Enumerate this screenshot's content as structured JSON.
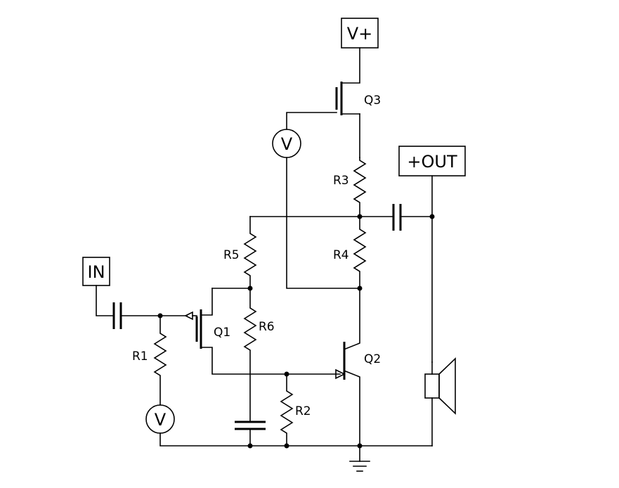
{
  "terminals": {
    "vplus": "V+",
    "in": "IN",
    "out": "+OUT"
  },
  "components": {
    "q1": "Q1",
    "q2": "Q2",
    "q3": "Q3",
    "r1": "R1",
    "r2": "R2",
    "r3": "R3",
    "r4": "R4",
    "r5": "R5",
    "r6": "R6",
    "voltmeter_symbol": "V"
  }
}
